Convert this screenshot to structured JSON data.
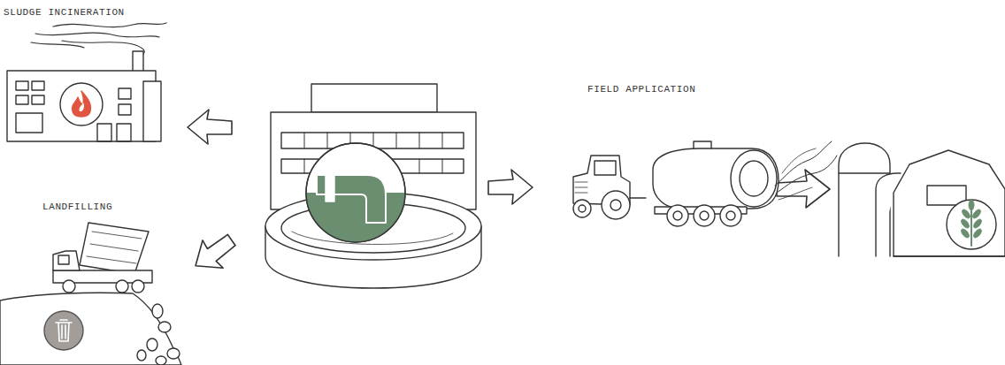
{
  "diagram": {
    "nodes": [
      {
        "text": [
          "SLUDGE INCINERATION"
        ]
      },
      {
        "text": [
          "LANDFILLING"
        ]
      },
      {
        "text": [
          "FIELD APPLICATION"
        ]
      }
    ]
  }
}
